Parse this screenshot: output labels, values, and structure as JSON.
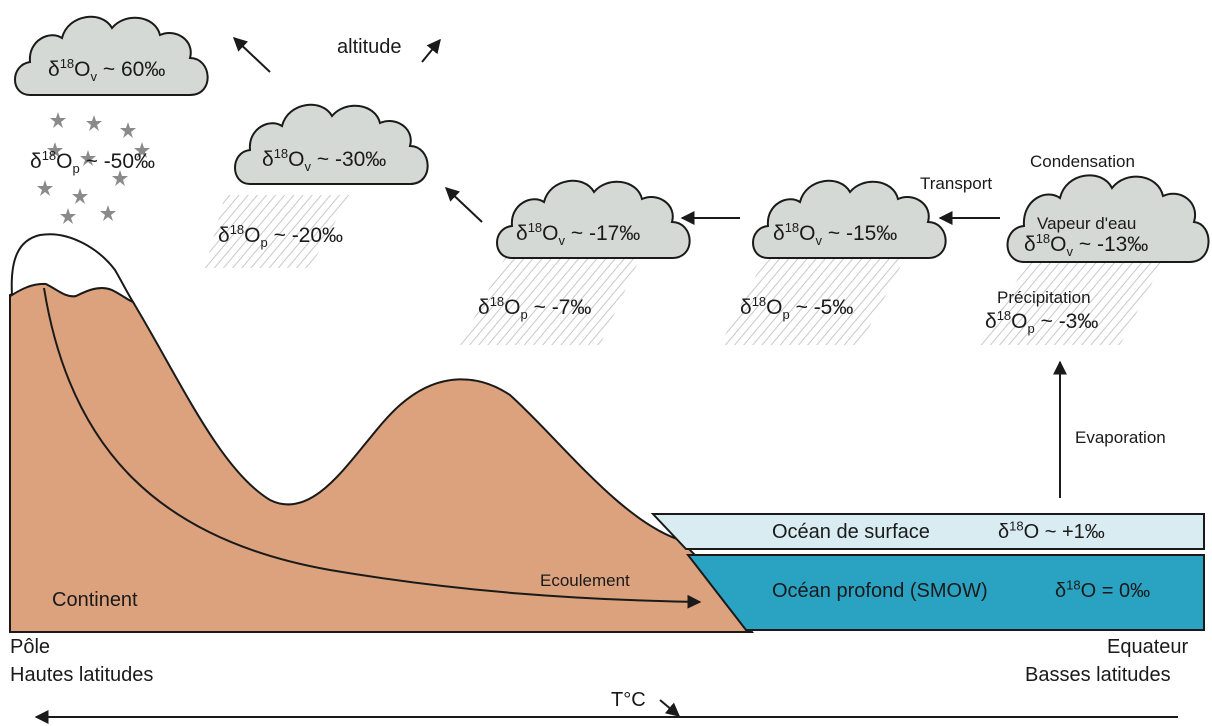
{
  "labels": {
    "altitude": "altitude",
    "transport": "Transport",
    "condensation": "Condensation",
    "precipitation": "Précipitation",
    "evaporation": "Evaporation",
    "ecoulement": "Ecoulement",
    "continent": "Continent",
    "pole": "Pôle",
    "hautes_latitudes": "Hautes latitudes",
    "equateur": "Equateur",
    "basses_latitudes": "Basses latitudes",
    "temperature": "T°C",
    "vapeur": "Vapeur d'eau"
  },
  "isotope": {
    "prefix": "δ",
    "mass": "18",
    "element": "O",
    "vapour_sub": "v",
    "precip_sub": "p"
  },
  "clouds": [
    {
      "vapour_value": "~ 60‰",
      "precip_value": "~ -50‰",
      "precip_type": "snow"
    },
    {
      "vapour_value": "~ -30‰",
      "precip_value": "~ -20‰",
      "precip_type": "rain"
    },
    {
      "vapour_value": "~ -17‰",
      "precip_value": "~ -7‰",
      "precip_type": "rain"
    },
    {
      "vapour_value": "~ -15‰",
      "precip_value": "~ -5‰",
      "precip_type": "rain"
    },
    {
      "vapour_value": "~ -13‰",
      "precip_value": "~ -3‰",
      "precip_type": "rain"
    }
  ],
  "ocean": {
    "surface_label": "Océan de surface",
    "surface_value": "~ +1‰",
    "deep_label": "Océan profond (SMOW)",
    "deep_value": "= 0‰"
  },
  "colors": {
    "land": "#dca27e",
    "snow": "#ffffff",
    "cloud": "#d5d9d5",
    "surface_ocean": "#d8ecf2",
    "deep_ocean": "#2aa3c3",
    "snowflake": "#8a8a8a",
    "rain": "#c9c9c9"
  }
}
